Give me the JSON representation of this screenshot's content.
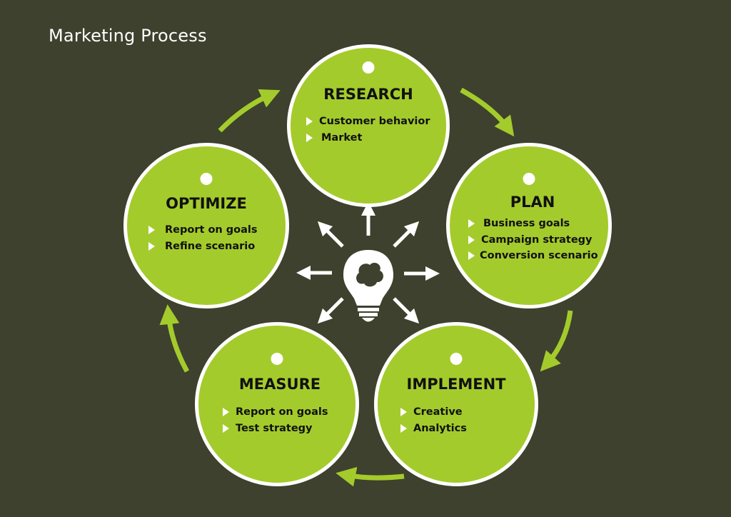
{
  "title": "Marketing Process",
  "colors": {
    "background": "#3d412d",
    "circle_fill": "#a4cb2c",
    "circle_border": "#ffffff",
    "arrow": "#a4cb2c",
    "text": "#111111"
  },
  "center_icon": "lightbulb-with-radiating-arrows-icon",
  "flow_direction": "clockwise",
  "stages": [
    {
      "id": "research",
      "title": "RESEARCH",
      "items": [
        "Customer behavior",
        "Market"
      ]
    },
    {
      "id": "plan",
      "title": "PLAN",
      "items": [
        "Business goals",
        "Campaign strategy",
        "Conversion scenario"
      ]
    },
    {
      "id": "implement",
      "title": "IMPLEMENT",
      "items": [
        "Creative",
        "Analytics"
      ]
    },
    {
      "id": "measure",
      "title": "MEASURE",
      "items": [
        "Report on goals",
        "Test strategy"
      ]
    },
    {
      "id": "optimize",
      "title": "OPTIMIZE",
      "items": [
        "Report on goals",
        "Refine scenario"
      ]
    }
  ]
}
